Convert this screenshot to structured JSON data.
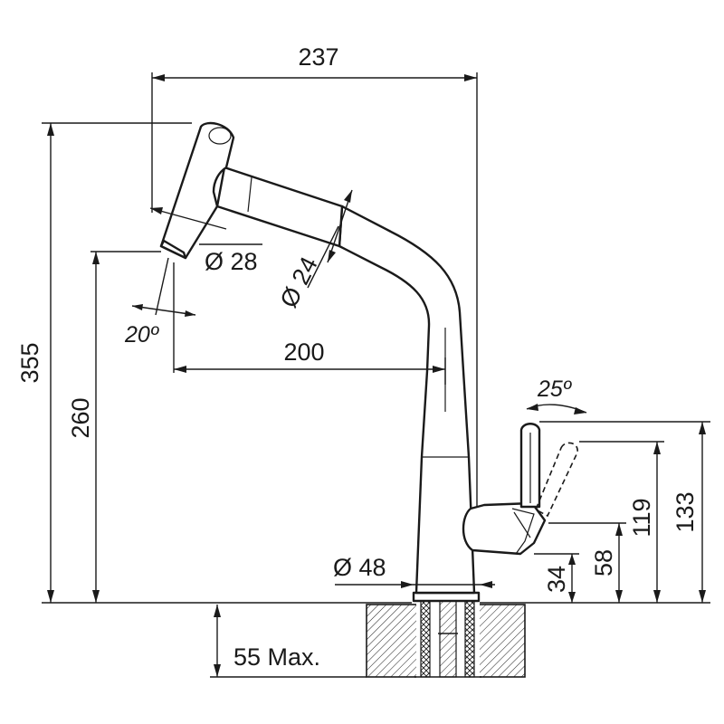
{
  "dimensions": {
    "width_total": "237",
    "height_total": "355",
    "height_spout": "260",
    "reach": "200",
    "head_diameter": "Ø 28",
    "hose_diameter": "Ø 24",
    "base_diameter": "Ø 48",
    "head_angle": "20º",
    "lever_angle": "25º",
    "lever_h_133": "133",
    "lever_h_119": "119",
    "lever_h_58": "58",
    "lever_h_34": "34",
    "deck_thickness": "55 Max."
  },
  "colors": {
    "line": "#1a1a1a",
    "background": "#ffffff"
  }
}
